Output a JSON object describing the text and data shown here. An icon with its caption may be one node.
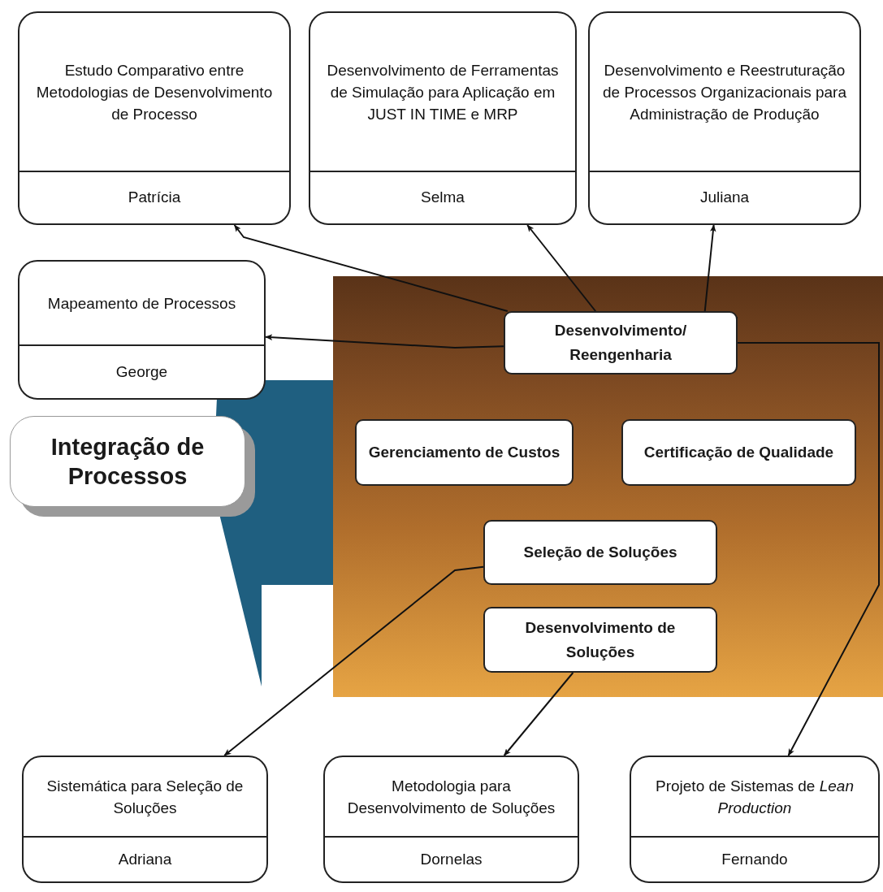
{
  "diagram": {
    "nodes": [
      {
        "text": [
          "Estudo Comparativo entre Metodologias de Desenvolvimento de Processo",
          "Patrícia"
        ]
      },
      {
        "text": [
          "Desenvolvimento de Ferramentas de Simulação para Aplicação em JUST IN TIME e MRP",
          "Selma"
        ]
      },
      {
        "text": [
          "Desenvolvimento e Reestruturação de Processos Organizacionais para Administração de Produção",
          "Juliana"
        ]
      },
      {
        "text": [
          "Mapeamento de Processos",
          "George"
        ]
      },
      {
        "text": [
          "Integração de Processos"
        ]
      },
      {
        "text": [
          "Desenvolvimento/ Reengenharia"
        ]
      },
      {
        "text": [
          "Gerenciamento de Custos"
        ]
      },
      {
        "text": [
          "Certificação de Qualidade"
        ]
      },
      {
        "text": [
          "Seleção de Soluções"
        ]
      },
      {
        "text": [
          "Desenvolvimento de Soluções"
        ]
      },
      {
        "text": [
          "Sistemática para Seleção de Soluções",
          "Adriana"
        ]
      },
      {
        "text": [
          "Metodologia para Desenvolvimento de Soluções",
          "Dornelas"
        ]
      },
      {
        "text": [
          "Projeto de Sistemas de *Lean Production*",
          "Fernando"
        ]
      }
    ],
    "edges": [
      {
        "from": 5,
        "to": 0,
        "arrow": "to"
      },
      {
        "from": 5,
        "to": 1,
        "arrow": "to"
      },
      {
        "from": 5,
        "to": 2,
        "arrow": "to"
      },
      {
        "from": 5,
        "to": 3,
        "arrow": "to"
      },
      {
        "from": 5,
        "to": 12,
        "arrow": "to"
      },
      {
        "from": 8,
        "to": 10,
        "arrow": "to"
      },
      {
        "from": 9,
        "to": 11,
        "arrow": "to"
      }
    ]
  }
}
